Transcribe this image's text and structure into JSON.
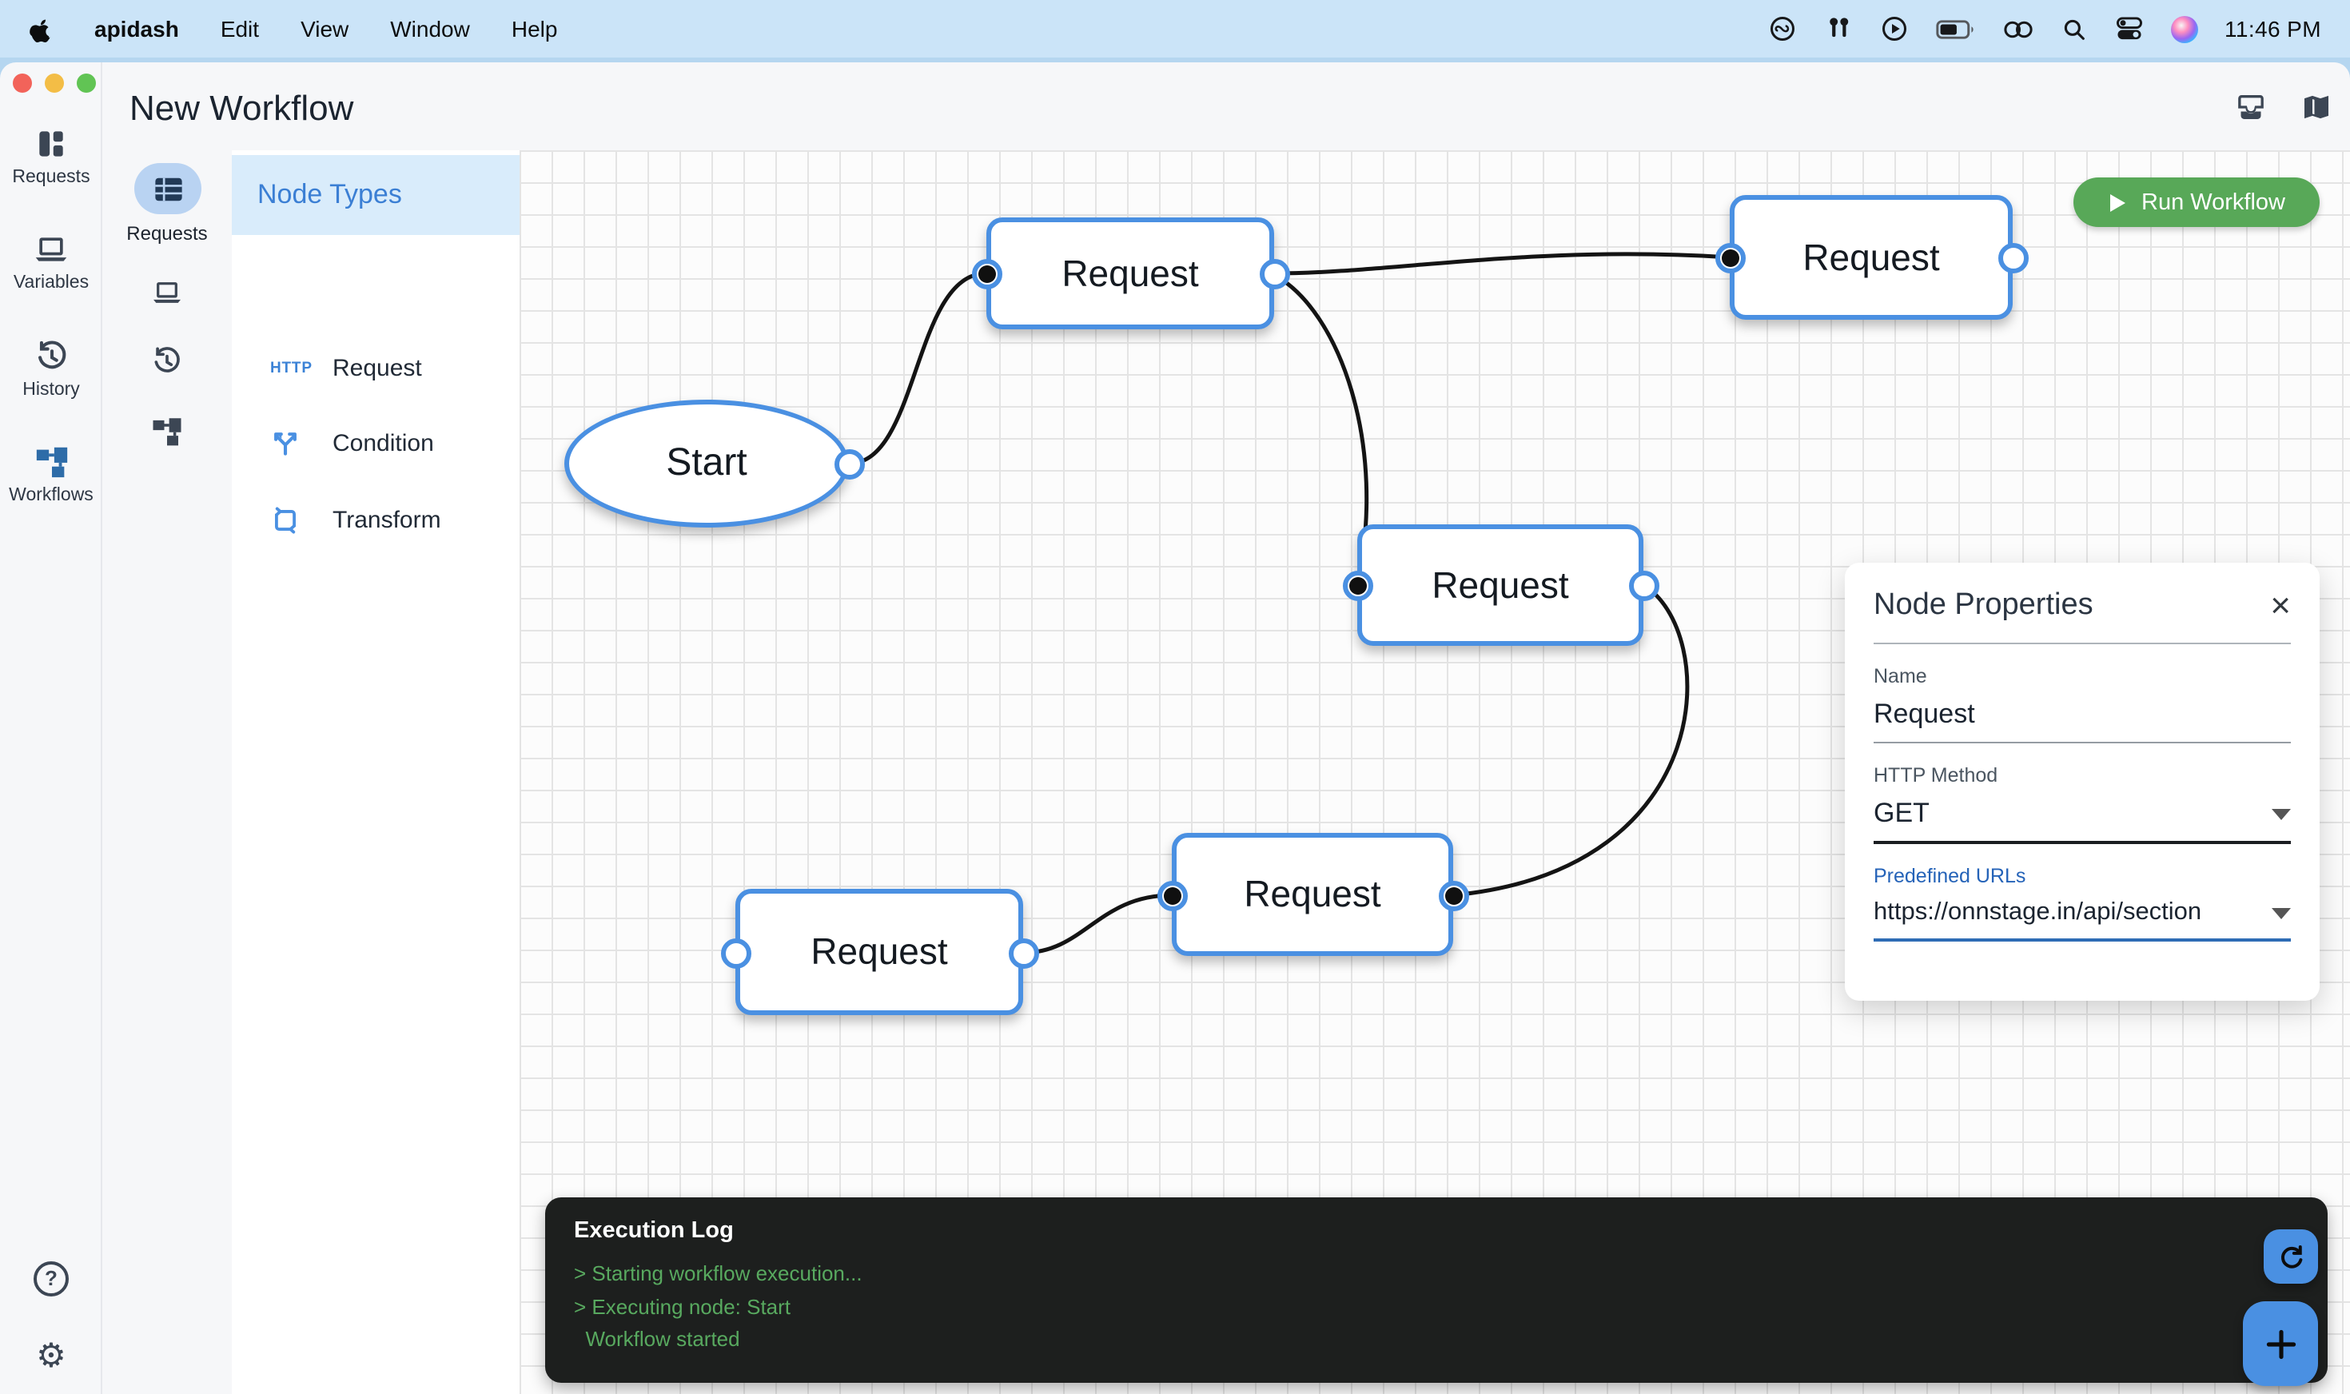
{
  "menubar": {
    "app_name": "apidash",
    "menus": [
      "Edit",
      "View",
      "Window",
      "Help"
    ],
    "clock": "11:46 PM",
    "status_icons": [
      "creative-cloud-icon",
      "airpods-icon",
      "play-circle-icon",
      "battery-icon",
      "link-icon",
      "search-icon",
      "control-center-icon",
      "siri-icon"
    ]
  },
  "window": {
    "title": "New Workflow",
    "titlebar_icons": [
      "inbox-tray-icon",
      "map-icon"
    ]
  },
  "sidebar": {
    "items": [
      {
        "label": "Requests",
        "icon": "dashboard-icon",
        "active": false
      },
      {
        "label": "Variables",
        "icon": "laptop-icon",
        "active": false
      },
      {
        "label": "History",
        "icon": "history-icon",
        "active": false
      },
      {
        "label": "Workflows",
        "icon": "workflow-icon",
        "active": true
      }
    ],
    "help_tooltip": "?",
    "footer_icons": [
      "help-icon",
      "settings-icon"
    ]
  },
  "rail": {
    "selected_label": "Requests",
    "icons": [
      "table-icon",
      "laptop-icon",
      "history-icon",
      "workflow-icon"
    ]
  },
  "node_palette": {
    "header": "Node Types",
    "items": [
      {
        "label": "Request",
        "badge": "HTTP"
      },
      {
        "label": "Condition",
        "icon": "split-arrows-icon"
      },
      {
        "label": "Transform",
        "icon": "transform-icon"
      }
    ]
  },
  "toolbar": {
    "run_button": "Run Workflow"
  },
  "canvas": {
    "nodes": [
      {
        "id": "start",
        "label": "Start",
        "shape": "ellipse"
      },
      {
        "id": "request-1",
        "label": "Request",
        "shape": "rect"
      },
      {
        "id": "request-2",
        "label": "Request",
        "shape": "rect"
      },
      {
        "id": "request-3",
        "label": "Request",
        "shape": "rect"
      },
      {
        "id": "request-4",
        "label": "Request",
        "shape": "rect"
      },
      {
        "id": "request-5",
        "label": "Request",
        "shape": "rect"
      }
    ],
    "edges": [
      {
        "from": "start",
        "to": "request-1"
      },
      {
        "from": "request-1",
        "to": "request-2"
      },
      {
        "from": "request-1",
        "to": "request-3"
      },
      {
        "from": "request-3",
        "to": "request-5"
      },
      {
        "from": "request-4",
        "to": "request-5"
      }
    ]
  },
  "properties_panel": {
    "title": "Node Properties",
    "close": "×",
    "name_label": "Name",
    "name_value": "Request",
    "method_label": "HTTP Method",
    "method_value": "GET",
    "urls_label": "Predefined URLs",
    "urls_value": "https://onnstage.in/api/section"
  },
  "execution_log": {
    "title": "Execution Log",
    "lines": [
      "> Starting workflow execution...",
      "> Executing node: Start",
      "  Workflow started"
    ]
  },
  "colors": {
    "accent_blue": "#4a90e2",
    "run_green": "#58a858",
    "log_green": "#58a95f",
    "menubar_blue": "#cbe4f8"
  }
}
